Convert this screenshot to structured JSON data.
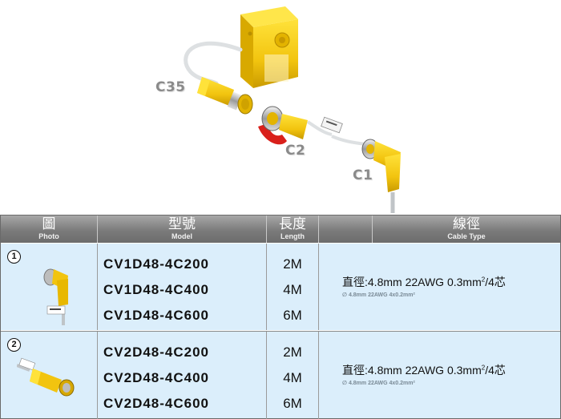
{
  "illustration": {
    "callouts": [
      "C35",
      "C2",
      "C1"
    ]
  },
  "table": {
    "headers": [
      {
        "zh": "圖",
        "en": "Photo"
      },
      {
        "zh": "型號",
        "en": "Model"
      },
      {
        "zh": "長度",
        "en": "Length"
      },
      {
        "zh": "線徑",
        "en": "Cable Type"
      }
    ],
    "rows": [
      {
        "index": "1",
        "models": [
          "CV1D48-4C200",
          "CV1D48-4C400",
          "CV1D48-4C600"
        ],
        "lengths": [
          "2M",
          "4M",
          "6M"
        ],
        "cable_main": "直徑:4.8mm 22AWG 0.3mm",
        "cable_sup": "2",
        "cable_tail": "/4芯",
        "cable_sub": "∅ 4.8mm 22AWG 4x0.2mm²"
      },
      {
        "index": "2",
        "models": [
          "CV2D48-4C200",
          "CV2D48-4C400",
          "CV2D48-4C600"
        ],
        "lengths": [
          "2M",
          "4M",
          "6M"
        ],
        "cable_main": "直徑:4.8mm 22AWG 0.3mm",
        "cable_sup": "2",
        "cable_tail": "/4芯",
        "cable_sub": "∅ 4.8mm 22AWG 4x0.2mm²"
      }
    ]
  },
  "colors": {
    "sensor_yellow": "#f2c40f",
    "header_gray": "#7b7b7b",
    "row_blue": "#dbeefb"
  }
}
